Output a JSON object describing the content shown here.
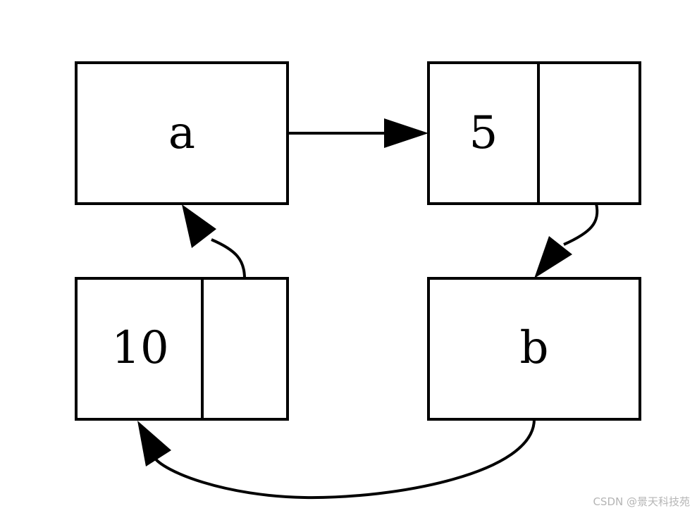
{
  "nodes": {
    "a": {
      "label": "a"
    },
    "five": {
      "label": "5"
    },
    "ten": {
      "label": "10"
    },
    "b": {
      "label": "b"
    }
  },
  "watermark": "CSDN @景天科技苑",
  "colors": {
    "stroke": "#000000",
    "background": "#ffffff",
    "watermark": "#b5b5b5"
  }
}
